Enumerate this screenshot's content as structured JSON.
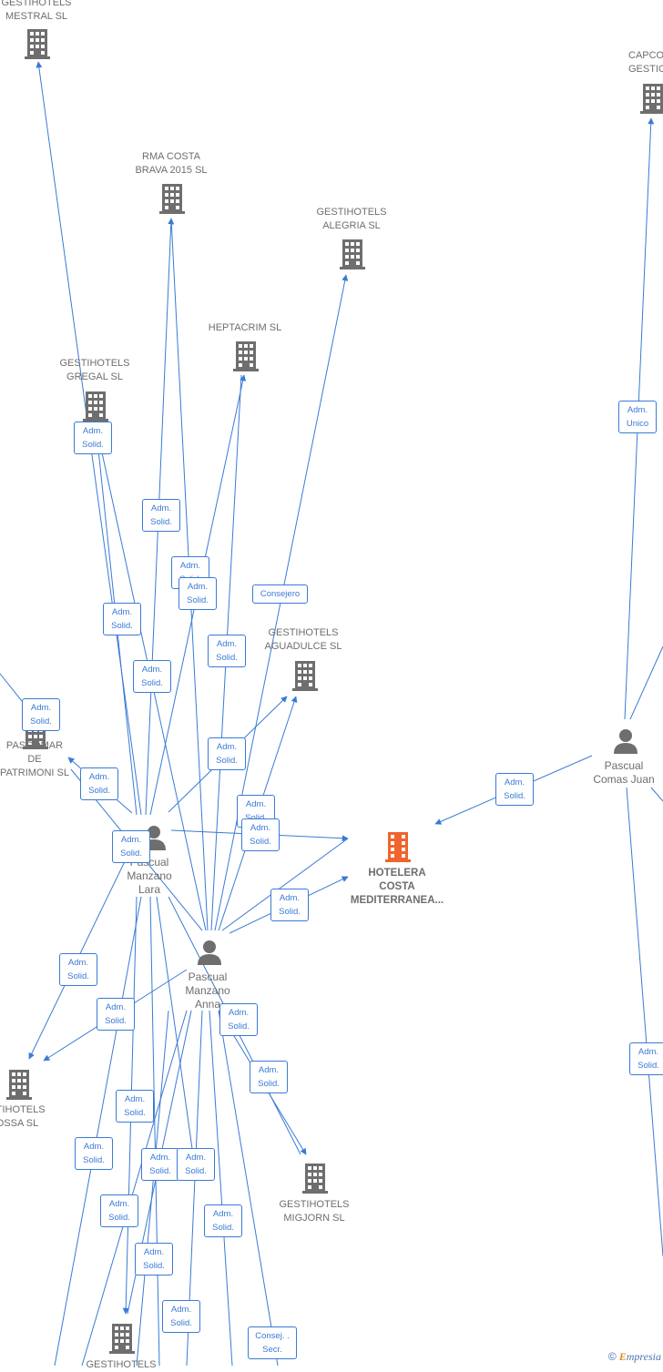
{
  "colors": {
    "edge": "#3a7ad6",
    "company_icon": "#6e6e6e",
    "main_icon": "#f0642d",
    "label_text": "#6e6e6e"
  },
  "companies": [
    {
      "id": "gestihotels_mestral",
      "label": "GESTIHOTELS\nMESTRAL SL",
      "icon": "building-icon"
    },
    {
      "id": "capco",
      "label": "CAPCO\nGESTIO",
      "icon": "building-icon"
    },
    {
      "id": "rma_costa_brava",
      "label": "RMA COSTA\nBRAVA 2015 SL",
      "icon": "building-icon"
    },
    {
      "id": "gestihotels_alegria",
      "label": "GESTIHOTELS\nALEGRIA SL",
      "icon": "building-icon"
    },
    {
      "id": "heptacrim",
      "label": "HEPTACRIM SL",
      "icon": "building-icon"
    },
    {
      "id": "gestihotels_gregal",
      "label": "GESTIHOTELS\nGREGAL SL",
      "icon": "building-icon"
    },
    {
      "id": "gestihotels_aguadulce",
      "label": "GESTIHOTELS\nAGUADULCE SL",
      "icon": "building-icon"
    },
    {
      "id": "pascomar",
      "label": "PASCOMAR\nDE\nPATRIMONI SL",
      "icon": "building-icon"
    },
    {
      "id": "hotelera_costa",
      "label": "HOTELERA\nCOSTA\nMEDITERRANEA...",
      "icon": "building-icon-main"
    },
    {
      "id": "gestihotels_tossa",
      "label": "STIHOTELS\nOSSA SL",
      "icon": "building-icon"
    },
    {
      "id": "gestihotels_migjorn",
      "label": "GESTIHOTELS\nMIGJORN SL",
      "icon": "building-icon"
    },
    {
      "id": "gestihotels_bottom",
      "label": "GESTIHOTELS",
      "icon": "building-icon"
    }
  ],
  "persons": [
    {
      "id": "pascual_comas",
      "label": "Pascual\nComas Juan",
      "icon": "person-icon"
    },
    {
      "id": "pascual_lara",
      "label": "Pascual\nManzano\nLara",
      "icon": "person-icon"
    },
    {
      "id": "pascual_anna",
      "label": "Pascual\nManzano\nAnna",
      "icon": "person-icon"
    }
  ],
  "edge_labels": [
    {
      "text": "Adm.\nSolid."
    },
    {
      "text": "Adm.\nUnico"
    },
    {
      "text": "Adm.\nSolid."
    },
    {
      "text": "Adm.\nSolid."
    },
    {
      "text": "Adm.\nSolid."
    },
    {
      "text": "Consejero"
    },
    {
      "text": "Adm.\nSolid."
    },
    {
      "text": "Adm.\nSolid."
    },
    {
      "text": "Adm.\nSolid."
    },
    {
      "text": "Adm.\nSolid."
    },
    {
      "text": "Adm.\nSolid."
    },
    {
      "text": "Adm.\nSolid."
    },
    {
      "text": "Adm.\nSolid."
    },
    {
      "text": "Adm.\nSolid."
    },
    {
      "text": "Adm.\nSolid."
    },
    {
      "text": "Adm.\nSolid."
    },
    {
      "text": "Adm.\nSolid."
    },
    {
      "text": "Adm.\nSolid."
    },
    {
      "text": "Adm.\nSolid."
    },
    {
      "text": "Adm.\nSolid."
    },
    {
      "text": "Adm.\nSolid."
    },
    {
      "text": "Adm.\nSolid."
    },
    {
      "text": "Adm.\nSolid."
    },
    {
      "text": "Adm.\nSolid."
    },
    {
      "text": "Adm.\nSolid."
    },
    {
      "text": "Adm.\nSolid."
    },
    {
      "text": "Adm.\nSolid."
    },
    {
      "text": "Consej. .\nSecr."
    }
  ],
  "footer": {
    "copyright_symbol": "©",
    "brand_initial": "E",
    "brand_rest": "mpresia"
  }
}
